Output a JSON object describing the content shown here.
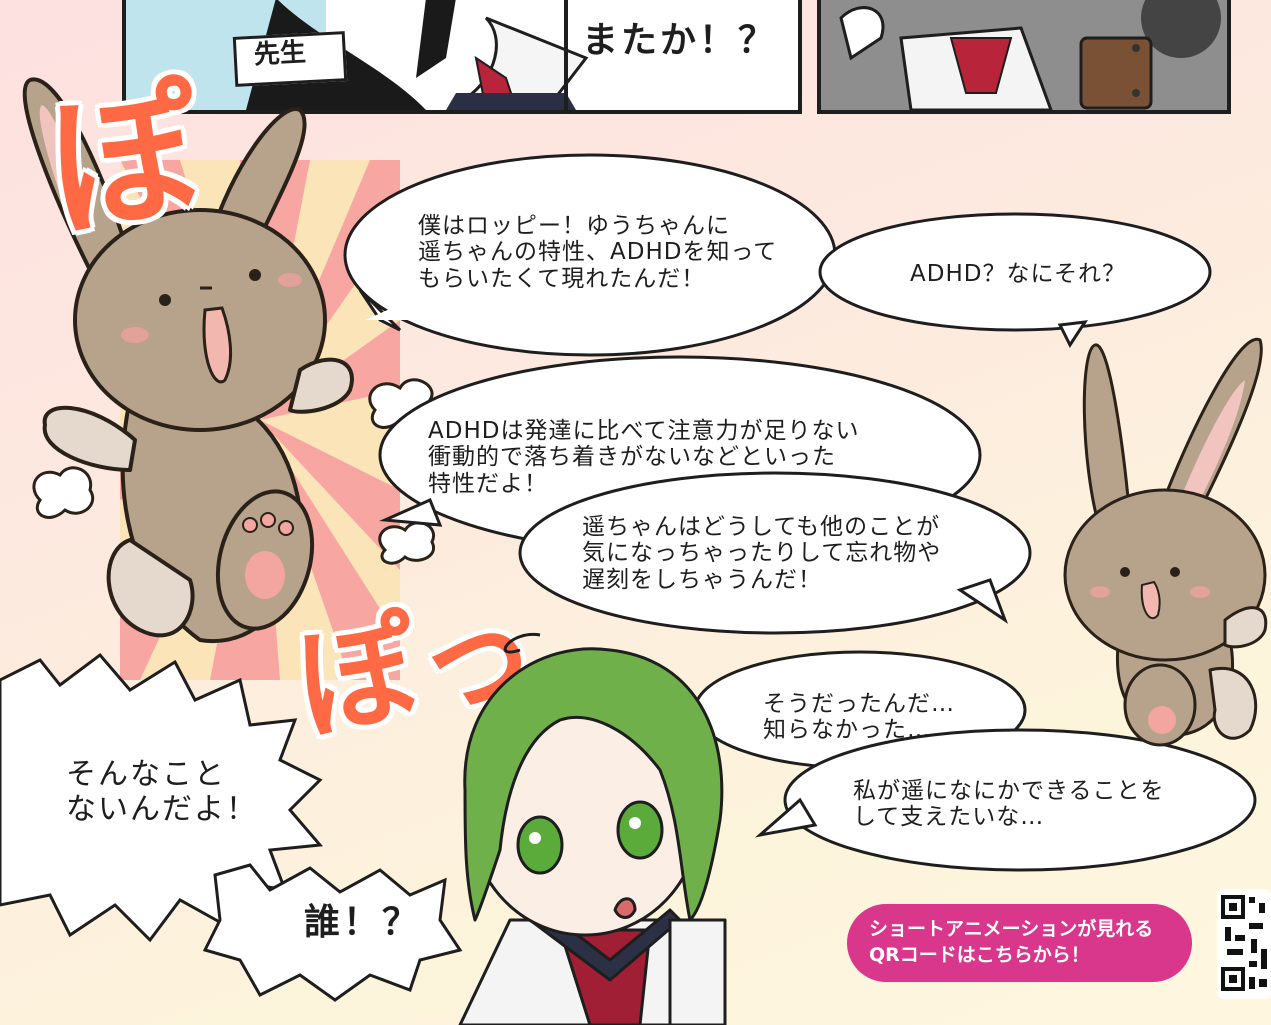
{
  "top_panels": {
    "name_tag": "先生",
    "exclaim": "またか！？"
  },
  "sfx": {
    "poof": "ぽ",
    "pop": "ぽっ"
  },
  "bubbles": {
    "roppy_intro": [
      "僕はロッピー！ゆうちゃんに",
      "遥ちゃんの特性、ADHDを知って",
      "もらいたくて現れたんだ！"
    ],
    "question": "ADHD？なにそれ？",
    "explain": [
      "ADHDは発達に比べて注意力が足りない",
      "衝動的で落ち着きがないなどといった",
      "特性だよ！"
    ],
    "explain2": [
      "遥ちゃんはどうしても他のことが",
      "気になっちゃったりして忘れ物や",
      "遅刻をしちゃうんだ！"
    ],
    "realize": [
      "そうだったんだ…",
      "知らなかった…"
    ],
    "support": [
      "私が遥になにかできることを",
      "して支えたいな…"
    ],
    "denial": [
      "そんなこと",
      "ないんだよ！"
    ],
    "who": "誰！？"
  },
  "qr_button": {
    "line1": "ショートアニメーションが見れる",
    "line2": "QRコードはこちらから！"
  },
  "colors": {
    "panel_border": "#1e1e1e",
    "sfx": "#ff6a45",
    "qr_button": "#d8378c",
    "bunny": "#b7a38c",
    "hair": "#6fb04a"
  }
}
